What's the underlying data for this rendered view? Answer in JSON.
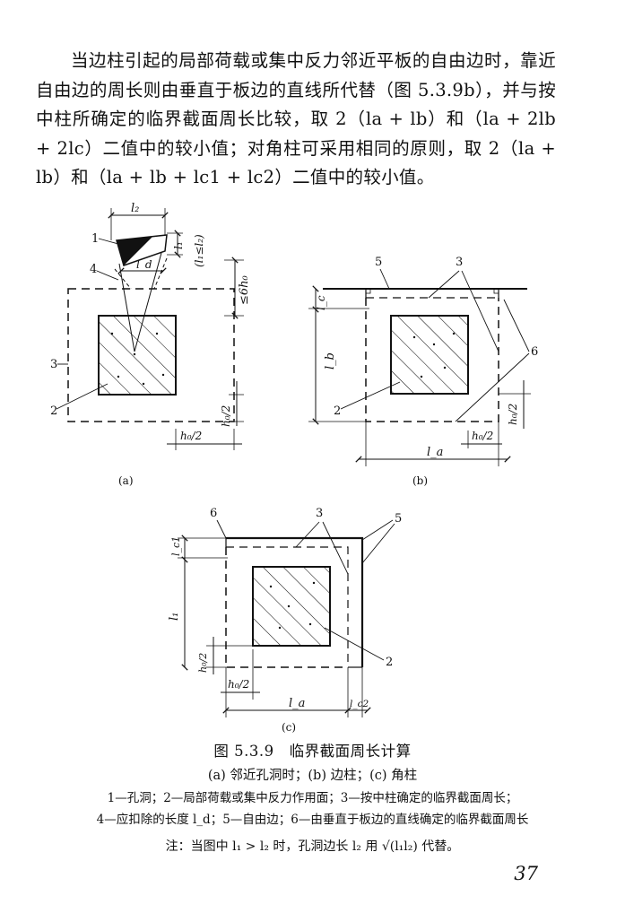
{
  "body": {
    "paragraph": "当边柱引起的局部荷载或集中反力邻近平板的自由边时，靠近自由边的周长则由垂直于板边的直线所代替（图 5.3.9b），并与按中柱所确定的临界截面周长比较，取 2（la + lb）和（la + 2lb + 2lc）二值中的较小值；对角柱可采用相同的原则，取 2（la + lb）和（la + lb + lc1 + lc2）二值中的较小值。"
  },
  "figure_a": {
    "panel_label": "(a)",
    "callouts": [
      "1",
      "4",
      "3",
      "2"
    ],
    "dims": {
      "l2": "l₂",
      "l1": "l₁",
      "cond": "(l₁≤l₂)",
      "ld": "l_d",
      "six_h0": "≤6h₀",
      "h0_half_v": "h₀/2",
      "h0_half_h": "h₀/2"
    }
  },
  "figure_b": {
    "panel_label": "(b)",
    "callouts": [
      "5",
      "3",
      "6",
      "2"
    ],
    "dims": {
      "lc": "l_c",
      "lb": "l_b",
      "la": "l_a",
      "h0_half_v": "h₀/2",
      "h0_half_h": "h₀/2"
    }
  },
  "figure_c": {
    "panel_label": "(c)",
    "callouts": [
      "6",
      "3",
      "5",
      "2"
    ],
    "dims": {
      "lc1": "l_c1",
      "l1": "l₁",
      "h0_half_v": "h₀/2",
      "h0_half_h": "h₀/2",
      "la": "l_a",
      "lc2": "l_c2"
    }
  },
  "caption": {
    "title": "图 5.3.9　临界截面周长计算",
    "sub": "(a) 邻近孔洞时；(b) 边柱；(c) 角柱",
    "legend_1": "1—孔洞；2—局部荷载或集中反力作用面；3—按中柱确定的临界截面周长；",
    "legend_2": "4—应扣除的长度 l_d；5—自由边；6—由垂直于板边的直线确定的临界截面周长",
    "note": "注：当图中 l₁ > l₂ 时，孔洞边长 l₂ 用 √(l₁l₂) 代替。"
  },
  "page_number": "37"
}
